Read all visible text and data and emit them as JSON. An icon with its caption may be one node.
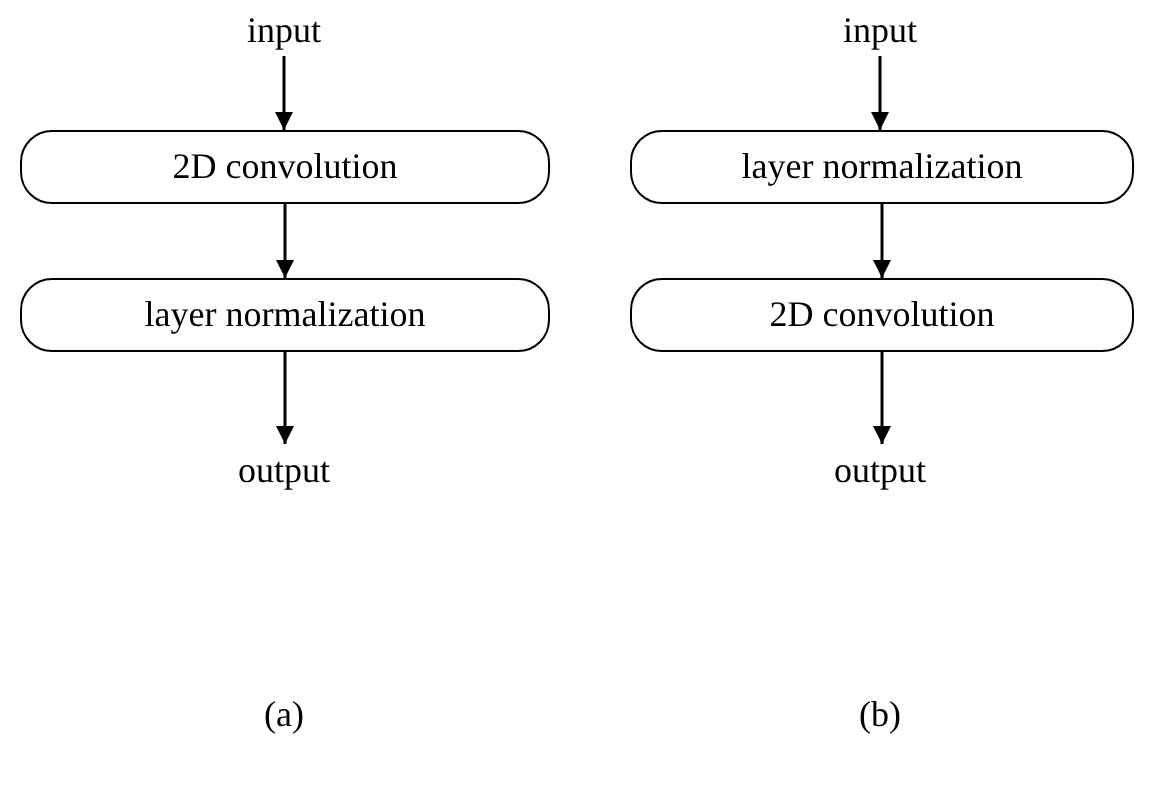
{
  "diagram": {
    "nodes": [
      {
        "text": [
          "input"
        ]
      },
      {
        "text": [
          "2D convolution"
        ]
      },
      {
        "text": [
          "layer normalization"
        ]
      },
      {
        "text": [
          "output"
        ]
      },
      {
        "text": [
          "input"
        ]
      },
      {
        "text": [
          "layer normalization"
        ]
      },
      {
        "text": [
          "2D convolution"
        ]
      },
      {
        "text": [
          "output"
        ]
      }
    ],
    "edges": [
      {
        "from": 0,
        "to": 1,
        "arrow": "to"
      },
      {
        "from": 1,
        "to": 2,
        "arrow": "to"
      },
      {
        "from": 2,
        "to": 3,
        "arrow": "to"
      },
      {
        "from": 4,
        "to": 5,
        "arrow": "to"
      },
      {
        "from": 5,
        "to": 6,
        "arrow": "to"
      },
      {
        "from": 6,
        "to": 7,
        "arrow": "to"
      }
    ],
    "labels": [
      "(a)",
      "(b)"
    ]
  }
}
